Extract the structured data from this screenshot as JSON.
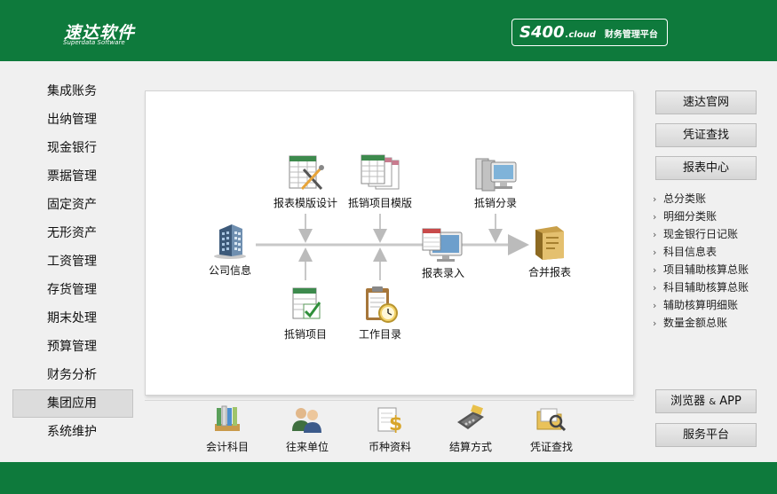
{
  "header": {
    "logo_cn": "速达软件",
    "logo_en": "Superdata Software",
    "platform_brand": "S400",
    "platform_cloud": ".cloud",
    "platform_title": "财务管理平台"
  },
  "sidebar": {
    "items": [
      {
        "label": "集成账务"
      },
      {
        "label": "出纳管理"
      },
      {
        "label": "现金银行"
      },
      {
        "label": "票据管理"
      },
      {
        "label": "固定资产"
      },
      {
        "label": "无形资产"
      },
      {
        "label": "工资管理"
      },
      {
        "label": "存货管理"
      },
      {
        "label": "期末处理"
      },
      {
        "label": "预算管理"
      },
      {
        "label": "财务分析"
      },
      {
        "label": "集团应用",
        "active": true
      },
      {
        "label": "系统维护"
      }
    ]
  },
  "flow": {
    "company_info": "公司信息",
    "report_template_design": "报表模版设计",
    "elimination_template": "抵销项目模版",
    "elimination_entry": "抵销分录",
    "report_entry": "报表录入",
    "consolidated_report": "合并报表",
    "elimination_items": "抵销项目",
    "work_catalog": "工作目录"
  },
  "dock": {
    "accounts": "会计科目",
    "partners": "往来单位",
    "currency": "币种资料",
    "settlement": "结算方式",
    "voucher_search": "凭证查找"
  },
  "right": {
    "official_site": "速达官网",
    "voucher_search": "凭证查找",
    "report_center": "报表中心",
    "reports": [
      "总分类账",
      "明细分类账",
      "现金银行日记账",
      "科目信息表",
      "项目辅助核算总账",
      "科目辅助核算总账",
      "辅助核算明细账",
      "数量金额总账"
    ],
    "browser_app_a": "浏览器",
    "browser_app_amp": "&",
    "browser_app_b": "APP",
    "service_platform": "服务平台"
  },
  "colors": {
    "brand_green": "#0e7a3c",
    "canvas_bg": "#ffffff",
    "page_bg": "#f0f0f0"
  }
}
